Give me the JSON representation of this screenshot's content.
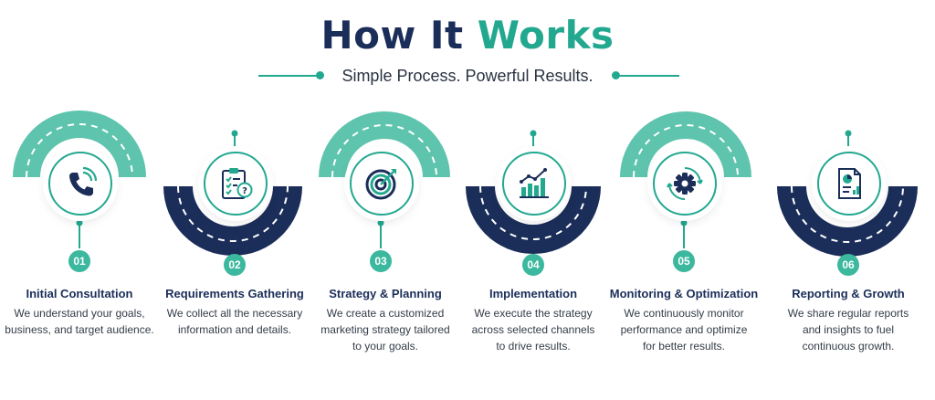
{
  "header": {
    "title_part1": "How It",
    "title_part2": "Works",
    "subtitle": "Simple Process. Powerful Results."
  },
  "colors": {
    "teal": "#23a890",
    "navy": "#1b2e59",
    "badge": "#3bb89e",
    "mint": "#5ec4ad"
  },
  "steps": [
    {
      "number": "01",
      "title": "Initial Consultation",
      "desc_lines": [
        "We understand your goals,",
        "business, and target audience."
      ],
      "icon": "phone-icon"
    },
    {
      "number": "02",
      "title": "Requirements Gathering",
      "desc_lines": [
        "We collect all the necessary",
        "information and details."
      ],
      "icon": "checklist-icon"
    },
    {
      "number": "03",
      "title": "Strategy & Planning",
      "desc_lines": [
        "We create a customized",
        "marketing strategy tailored",
        "to your goals."
      ],
      "icon": "target-icon"
    },
    {
      "number": "04",
      "title": "Implementation",
      "desc_lines": [
        "We execute the strategy",
        "across selected channels",
        "to drive results."
      ],
      "icon": "growth-chart-icon"
    },
    {
      "number": "05",
      "title": "Monitoring & Optimization",
      "desc_lines": [
        "We continuously monitor",
        "performance and optimize",
        "for better results."
      ],
      "icon": "gear-icon"
    },
    {
      "number": "06",
      "title": "Reporting & Growth",
      "desc_lines": [
        "We share regular reports",
        "and insights to fuel",
        "continuous growth."
      ],
      "icon": "report-icon"
    }
  ]
}
